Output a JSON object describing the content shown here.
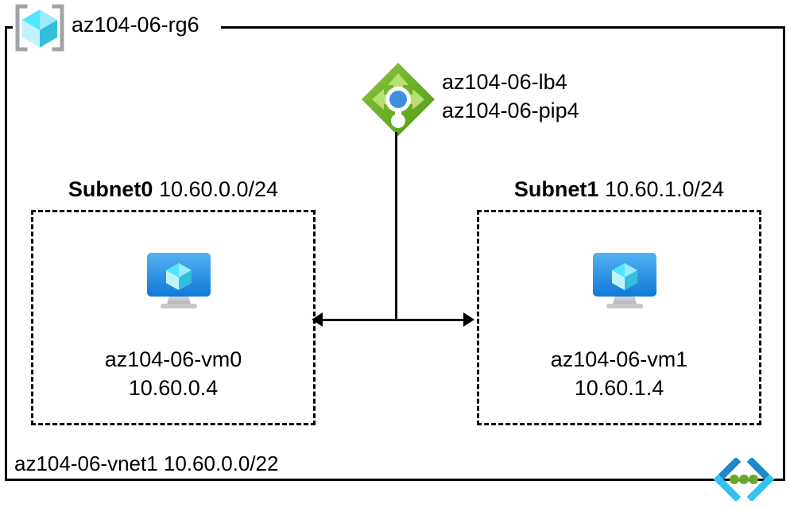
{
  "diagram": {
    "resource_group": {
      "name": "az104-06-rg6",
      "icon": "resource-group-cube-icon"
    },
    "load_balancer": {
      "lb_name": "az104-06-lb4",
      "pip_name": "az104-06-pip4",
      "icon": "load-balancer-icon",
      "colors": {
        "diamond_dark": "#59A618",
        "diamond_light": "#8CC63E",
        "arrow": "#B8E070",
        "node": "#3E8FE0"
      }
    },
    "subnets": [
      {
        "name": "Subnet0",
        "cidr": "10.60.0.0/24",
        "vm": {
          "name": "az104-06-vm0",
          "ip": "10.60.0.4",
          "icon": "virtual-machine-icon"
        }
      },
      {
        "name": "Subnet1",
        "cidr": "10.60.1.0/24",
        "vm": {
          "name": "az104-06-vm1",
          "ip": "10.60.1.4",
          "icon": "virtual-machine-icon"
        }
      }
    ],
    "vnet": {
      "label": "az104-06-vnet1 10.60.0.0/22",
      "icon": "virtual-network-icon",
      "colors": {
        "bracket_dark": "#1B88CA",
        "bracket_light": "#35C1F1",
        "dot": "#6BA52A"
      }
    },
    "colors": {
      "line": "#000000",
      "background": "#FFFFFF",
      "cube_light": "#9BEBFB",
      "cube_mid": "#50E6FF",
      "cube_dark": "#32BEDD",
      "monitor_top": "#50B0F0",
      "monitor_bottom": "#0F79D6",
      "stand": "#C5C9CC",
      "bracket_gray": "#A0A4A8"
    }
  }
}
